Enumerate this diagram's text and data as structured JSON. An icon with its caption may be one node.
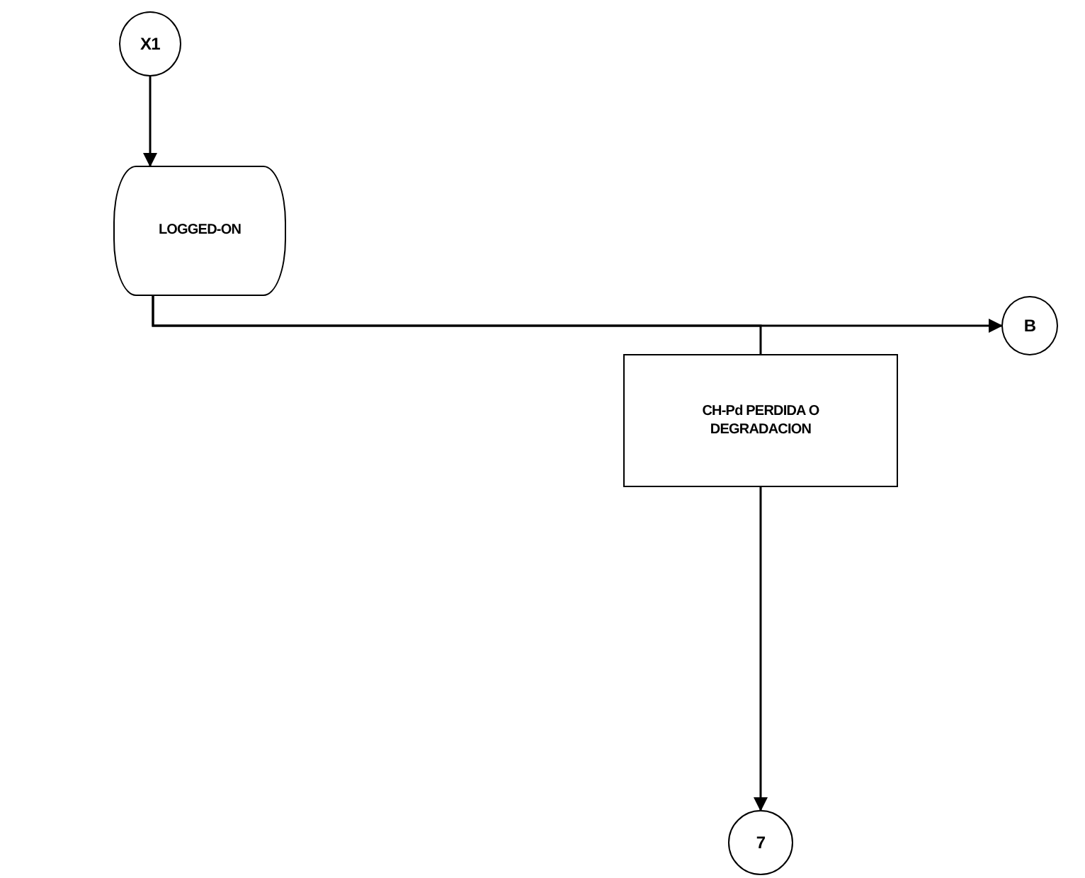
{
  "diagram": {
    "nodes": [
      {
        "text": [
          "X1"
        ]
      },
      {
        "text": [
          "LOGGED-ON"
        ]
      },
      {
        "text": [
          "B"
        ]
      },
      {
        "text": [
          "CH-Pd PERDIDA O DEGRADACION"
        ]
      },
      {
        "text": [
          "7"
        ]
      }
    ],
    "edges": [
      {
        "from": 0,
        "to": 1,
        "arrow": "to"
      },
      {
        "from": 1,
        "to": 2,
        "arrow": "to"
      },
      {
        "from": 1,
        "to": 3,
        "arrow": "none"
      },
      {
        "from": 3,
        "to": 4,
        "arrow": "to"
      }
    ]
  }
}
